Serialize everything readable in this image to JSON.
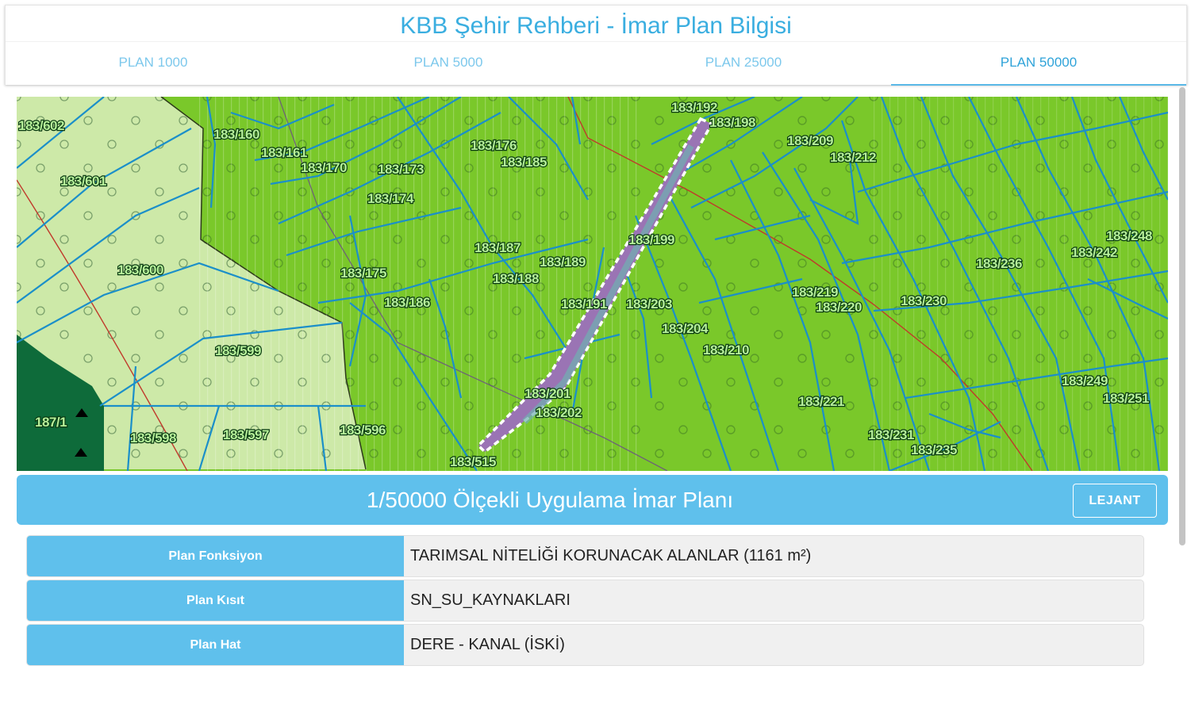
{
  "app": {
    "title": "KBB Şehir Rehberi - İmar Plan Bilgisi"
  },
  "tabs": [
    {
      "label": "PLAN 1000",
      "active": false
    },
    {
      "label": "PLAN 5000",
      "active": false
    },
    {
      "label": "PLAN 25000",
      "active": false
    },
    {
      "label": "PLAN 50000",
      "active": true
    }
  ],
  "map": {
    "parcels": [
      "183/602",
      "183/601",
      "183/600",
      "183/599",
      "183/598",
      "183/597",
      "183/596",
      "187/1",
      "183/160",
      "183/161",
      "183/170",
      "183/173",
      "183/174",
      "183/175",
      "183/176",
      "183/185",
      "183/186",
      "183/187",
      "183/188",
      "183/189",
      "183/191",
      "183/192",
      "183/198",
      "183/199",
      "183/201",
      "183/202",
      "183/203",
      "183/204",
      "183/209",
      "183/210",
      "183/212",
      "183/219",
      "183/220",
      "183/221",
      "183/230",
      "183/231",
      "183/235",
      "183/236",
      "183/242",
      "183/248",
      "183/249",
      "183/251",
      "183/515"
    ],
    "colors": {
      "agricultural": "#7ac82a",
      "forest": "#cde9a8",
      "protected": "#0e6b3a",
      "highlight": "#9a74b4"
    }
  },
  "plan": {
    "title": "1/50000 Ölçekli Uygulama İmar Planı",
    "legend_button": "LEJANT"
  },
  "info": [
    {
      "label": "Plan Fonksiyon",
      "value": "TARIMSAL NİTELİĞİ KORUNACAK ALANLAR (1161 m²)"
    },
    {
      "label": "Plan Kısıt",
      "value": "SN_SU_KAYNAKLARI"
    },
    {
      "label": "Plan Hat",
      "value": "DERE - KANAL (İSKİ)"
    }
  ]
}
